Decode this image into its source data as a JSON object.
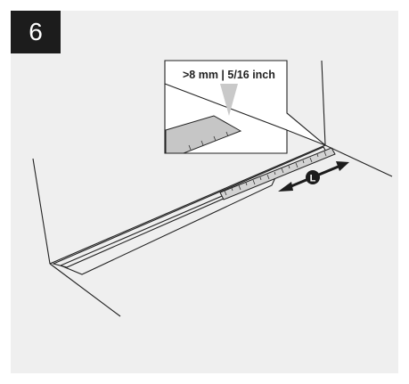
{
  "step": {
    "number": "6"
  },
  "callout": {
    "measurement": ">8 mm | 5/16 inch"
  },
  "length_marker": {
    "label": "L"
  },
  "colors": {
    "badge_bg": "#1c1c1c",
    "panel_bg": "#efefef",
    "line": "#222222",
    "strip_fill": "#d0d0d0",
    "arrow_gray": "#c9c9c9"
  }
}
